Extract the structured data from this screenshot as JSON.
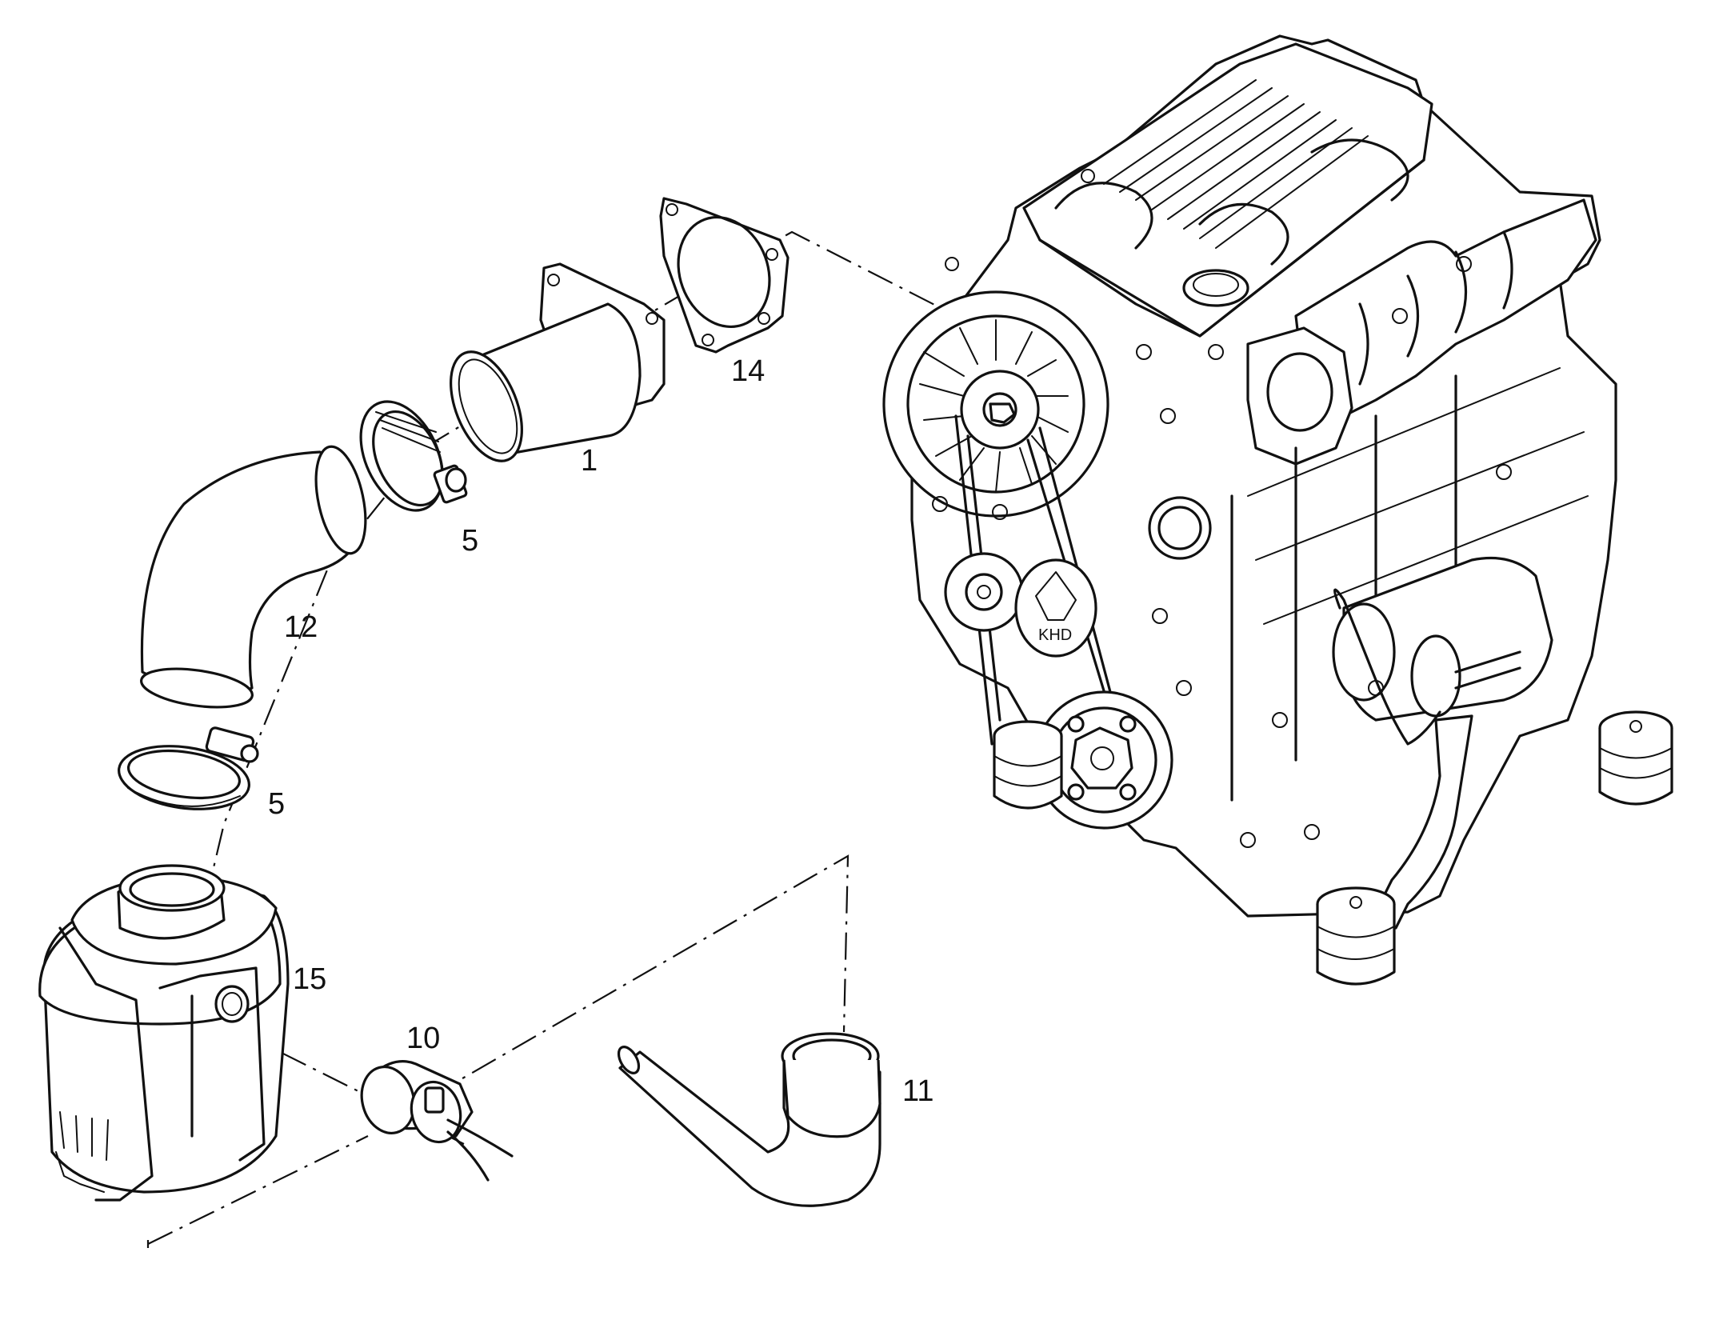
{
  "callouts": {
    "part_1": "1",
    "part_5_upper": "5",
    "part_5_lower": "5",
    "part_10": "10",
    "part_11": "11",
    "part_12": "12",
    "part_14": "14",
    "part_15": "15"
  },
  "colors": {
    "line": "#111111",
    "background": "#ffffff"
  }
}
